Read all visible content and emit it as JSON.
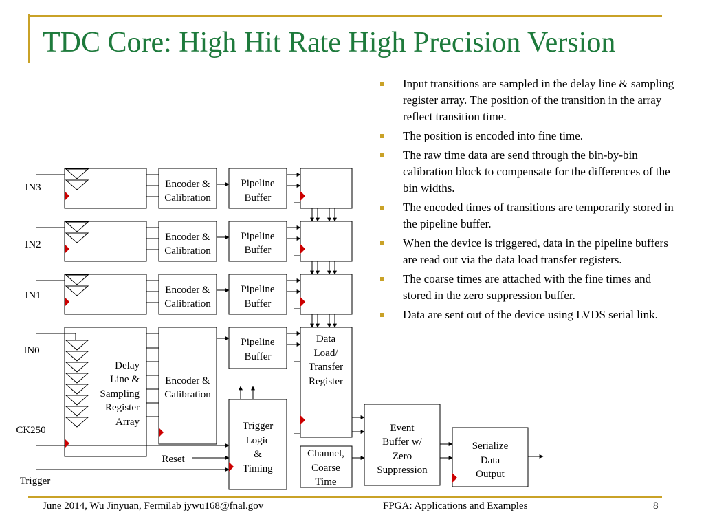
{
  "title": "TDC Core: High Hit Rate High Precision Version",
  "bullets": [
    "Input transitions are sampled in the delay line & sampling register array. The position of the transition in the array reflect transition time.",
    "The position is encoded into fine time.",
    "The raw time data are send through the bin-by-bin calibration block to compensate for the differences of the bin widths.",
    "The encoded times of transitions are temporarily stored in the pipeline buffer.",
    "When the device is triggered, data in the pipeline buffers are read out via the data load transfer registers.",
    "The coarse times are attached with the fine times and stored in the zero suppression buffer.",
    "Data are sent out of the device using LVDS serial link."
  ],
  "diagram": {
    "inputs": [
      "IN3",
      "IN2",
      "IN1",
      "IN0",
      "CK250",
      "Trigger"
    ],
    "reset_label": "Reset",
    "encoder": [
      "Encoder &",
      "Calibration"
    ],
    "pipeline": [
      "Pipeline",
      "Buffer"
    ],
    "delay_line": [
      "Delay",
      "Line &",
      "Sampling",
      "Register",
      "Array"
    ],
    "data_load": [
      "Data",
      "Load/",
      "Transfer",
      "Register"
    ],
    "trigger_logic": [
      "Trigger",
      "Logic",
      "&",
      "Timing"
    ],
    "channel_coarse": [
      "Channel,",
      "Coarse",
      "Time"
    ],
    "event_buffer": [
      "Event",
      "Buffer w/",
      "Zero",
      "Suppression"
    ],
    "serialize": [
      "Serialize",
      "Data",
      "Output"
    ]
  },
  "footer": {
    "left": "June 2014, Wu Jinyuan, Fermilab jywu168@fnal.gov",
    "center": "FPGA: Applications and Examples",
    "page": "8"
  },
  "colors": {
    "title": "#1e7a3c",
    "accent": "#c9a227",
    "clock_marker": "#cc0000"
  }
}
